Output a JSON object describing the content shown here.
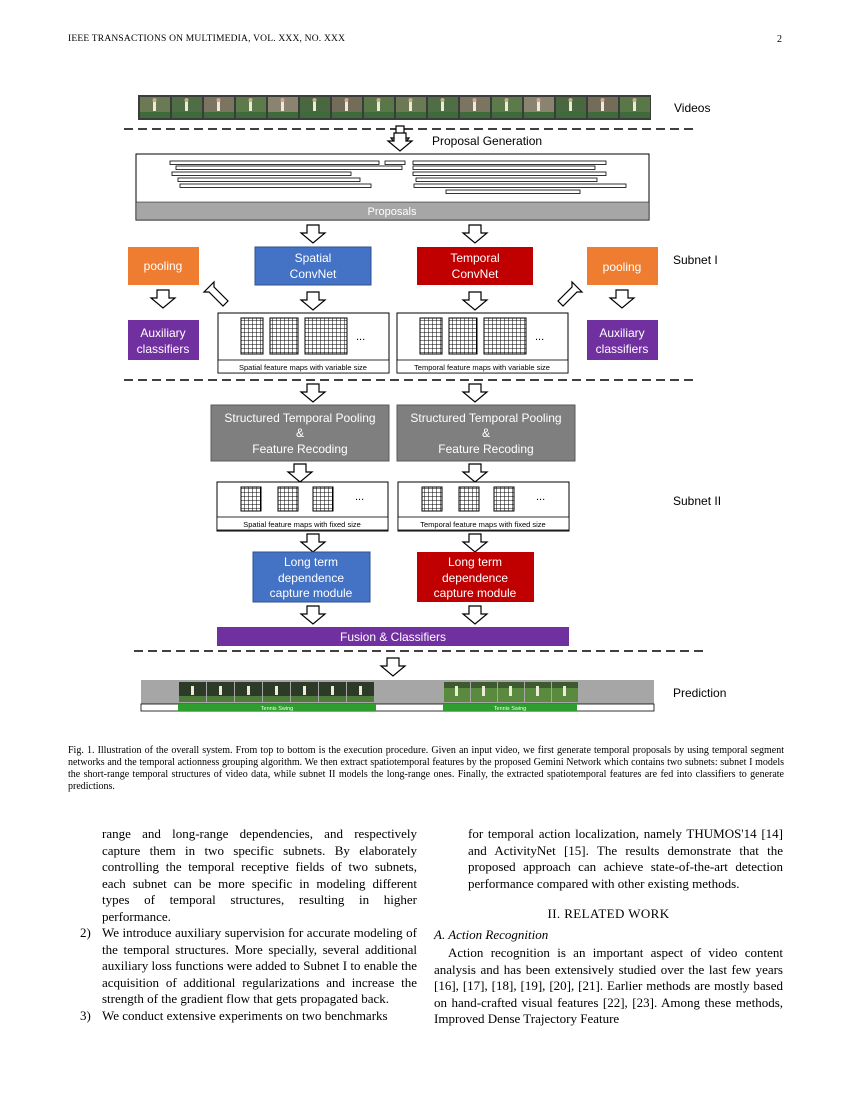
{
  "header": {
    "running_title": "IEEE TRANSACTIONS ON MULTIMEDIA, VOL. XXX, NO. XXX",
    "page_number": "2"
  },
  "figure": {
    "videos_label": "Videos",
    "proposal_generation": "Proposal Generation",
    "proposals": "Proposals",
    "subnet1": "Subnet I",
    "subnet2": "Subnet II",
    "prediction": "Prediction",
    "pooling_left": "pooling",
    "pooling_right": "pooling",
    "spatial_convnet": [
      "Spatial",
      "ConvNet"
    ],
    "temporal_convnet": [
      "Temporal",
      "ConvNet"
    ],
    "aux_left": [
      "Auxiliary",
      "classifiers"
    ],
    "aux_right": [
      "Auxiliary",
      "classifiers"
    ],
    "spatial_var": "Spatial feature maps with variable size",
    "temporal_var": "Temporal feature maps with variable size",
    "stp_left": [
      "Structured Temporal Pooling",
      "&",
      "Feature Recoding"
    ],
    "stp_right": [
      "Structured Temporal Pooling",
      "&",
      "Feature Recoding"
    ],
    "spatial_fixed": "Spatial feature maps with fixed size",
    "temporal_fixed": "Temporal feature maps with fixed size",
    "ltd_left": [
      "Long term",
      "dependence",
      "capture module"
    ],
    "ltd_right": [
      "Long term",
      "dependence",
      "capture module"
    ],
    "fusion": "Fusion & Classifiers",
    "ellipsis": "...",
    "swing1": "Tennis Swing",
    "swing2": "Tennis Swing",
    "colors": {
      "orange": "#ee7d31",
      "blue": "#4472c4",
      "red": "#c00000",
      "purple": "#7030a0",
      "gray": "#7f7f7f",
      "green": "#2e9e2e"
    }
  },
  "caption": "Fig. 1.  Illustration of the overall system. From top to bottom is the execution procedure. Given an input video, we first generate temporal proposals by using temporal segment networks and the temporal actionness grouping algorithm. We then extract spatiotemporal features by the proposed Gemini Network which contains two subnets: subnet I models the short-range temporal structures of video data, while subnet II models the long-range ones. Finally, the extracted spatiotemporal features are fed into classifiers to generate predictions.",
  "left_column": {
    "cont_para": "range and long-range dependencies, and respectively capture them in two specific subnets. By elaborately controlling the temporal receptive fields of two subnets, each subnet can be more specific in modeling different types of temporal structures, resulting in higher performance.",
    "item2_num": "2)",
    "item2": "We introduce auxiliary supervision for accurate modeling of the temporal structures. More specially, several additional auxiliary loss functions were added to Subnet I to enable the acquisition of additional regularizations and increase the strength of the gradient flow that gets propagated back.",
    "item3_num": "3)",
    "item3": "We conduct extensive experiments on two benchmarks"
  },
  "right_column": {
    "cont_para": "for temporal action localization, namely THUMOS'14 [14] and ActivityNet [15]. The results demonstrate that the proposed approach can achieve state-of-the-art detection performance compared with other existing methods.",
    "section_title": "II. RELATED WORK",
    "subsection_title": "A. Action Recognition",
    "para": "Action recognition is an important aspect of video content analysis and has been extensively studied over the last few years [16], [17], [18], [19], [20], [21]. Earlier methods are mostly based on hand-crafted visual features [22], [23]. Among these methods, Improved Dense Trajectory Feature"
  }
}
